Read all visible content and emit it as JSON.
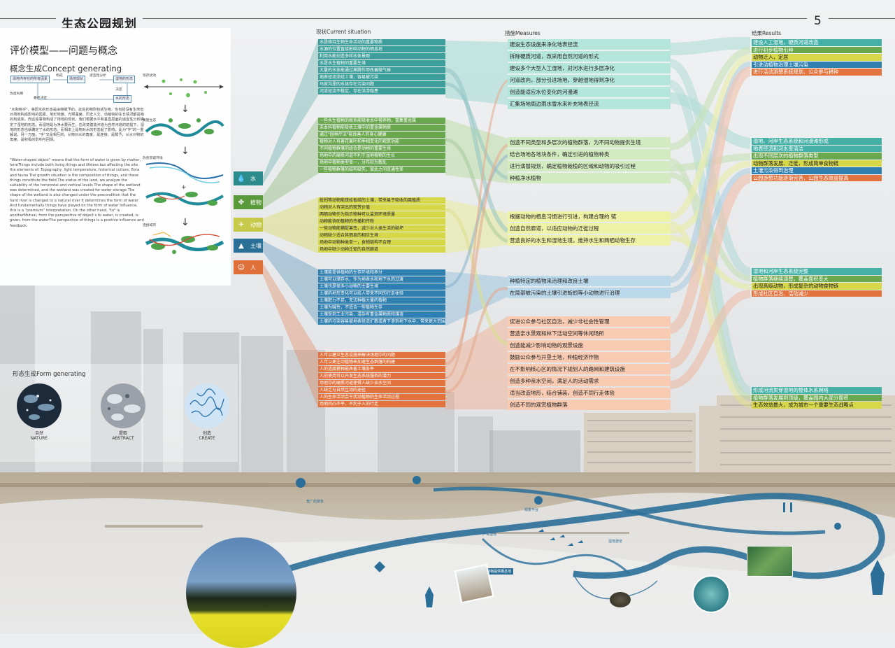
{
  "header": {
    "title": "生态公园规划",
    "page_number": "5",
    "subtitle": "评价模型——问题与概念",
    "concept_title": "概念生成Concept generating",
    "form_title": "形态生成Form generating"
  },
  "concept_flow": {
    "box1": "场地内存在的所有因素",
    "arrow1": "构成",
    "box2": "场地现状",
    "arrow2": "适宜性分析",
    "box3": "湿地的形态",
    "side1": "改造利用",
    "side2": "最终决定",
    "box4": "水的形态",
    "side3": "决定"
  },
  "concept_text_cn": "\"水和物乎\"，意即水的形态是由物赋予的。此处的物则包括生物、也包括没有生命但对场地构成影响的因素。地形地貌、光照温度、历史人文、动植物的生长情况都是物的构成体。而这些事物构成了场地的现状，我们根据水平和垂直层面的适宜性分析确定了湿地的形态。而湿地是为净水要而生，在改变建造河道为自然河道的前提下，湿地的形态也就确定了水的形态。而相本上是物对水的形态起了影响，此为\"字\"的一重解说。另一方面，\"乎\"又是相互的，从物对水的角度，是连接，是赋予，从水对物的角度，是积极的影响与回馈。",
  "concept_text_en": "\"Water-shaped object\" means that the form of water is given by matter, hereThings include both living things and lifeless but affecting the site the elements of: Topography, light temperature, historical culture, flora and fauna The growth situation is the composition of things, and these things constitute the field.The status of the land, we analyze the suitability of the horizontal and vertical levels The shape of the wetland was determined, and the wetland was created for water storage The shape of the wetland is also changed under the precondition that the hard river is changed to a natural river It determines the form of water And fundamentally things have played on the form of water Influence, this is a \"premium\" interpretation. On the other hand, \"to\" is anotherMutual, from the perspective of object s to water, is created, is given, from the waterThe perspective of things is a positive influence and feedback.",
  "sequence_labels": {
    "s1": "现存扰动",
    "s2": "重建生态",
    "s3": "改善景观环境",
    "s4": "连接城市"
  },
  "columns": {
    "situation": "现状Current situation",
    "measures": "措施Measures",
    "results": "结果Results"
  },
  "categories": [
    {
      "label": "水",
      "icon": "water-drop",
      "color": "#2e8b8b"
    },
    {
      "label": "植物",
      "icon": "clover",
      "color": "#5b9a3a"
    },
    {
      "label": "动物",
      "icon": "bird",
      "color": "#c7c94a"
    },
    {
      "label": "土壤",
      "icon": "mountain",
      "color": "#2a6f96"
    },
    {
      "label": "人",
      "icon": "person",
      "color": "#e0703a"
    }
  ],
  "situation_groups": [
    {
      "color": "#3e9e9b",
      "items": [
        "水是维持生物生命活动的重要物质",
        "水源的位置直接影响动物的栖息地",
        "利用水能创造多样水体景观",
        "水是水生植物的重要生境",
        "大量的水体能通过蒸腾作用改善微气候",
        "地表径流流经土壤，容易被污染",
        "马家沟里的水体存在污染问题",
        "河流径流不稳定，存在洪涝隐患"
      ]
    },
    {
      "color": "#6aa84f",
      "items": [
        "一些水生植物的根系能吸收水中营养物，富集重金属",
        "禾本科植物能吸收土壤中的重金属物质",
        "通过\"园林疗法\"能改善人的身心健康",
        "植物对人有着花果叶和季相变化的观赏功能",
        "不同植物群落的组合是动物的重要生境",
        "场地中的硬质河道不利于湿地植物的生长",
        "场地中植物类型单一，分布较为散乱",
        "一些植物群落的结构缺失，彼此之间连通性差"
      ]
    },
    {
      "color": "#d6d84a",
      "items": [
        "蚯蚓等动物能疏松板结的土壤，带来易于吸收的腐殖质",
        "动物对人有突出的观赏价值",
        "两栖动物作为指示物种可以监测环境质量",
        "动物能协助植物的传播和传粉",
        "一些动物能捕捉害虫，减少对人类生活的破坏",
        "动物缺少适合其栖息的相应生境",
        "场地中动物种类单一，食物链构不合理",
        "场地中缺少动物迁徙的自然廊道"
      ]
    },
    {
      "color": "#2f7fb0",
      "items": [
        "土壤能提供植物的生存环境和养分",
        "土壤可以储存水，作为地表水和地下水的过渡",
        "土壤也是很多小动物的主要生境",
        "土壤的地形变化可以给人带来不同的行走体验",
        "土壤肥力不足，无法种植大量的植物",
        "土壤为碱性，不适合一些植物生存",
        "土壤受到工业污染，混杂有重金属物质和煤渣",
        "土壤的污染容易被地表径流扩散或者下渗到地下水中，带来更大范围的污染"
      ]
    },
    {
      "color": "#e3733e",
      "items": [
        "人可以建立生态设施来解决场地中的问题",
        "人可以更注动植物来加速生态群落的构建",
        "人的适度耕种能改善土壤条件",
        "人的使用可以开发生态系统服务的潜力",
        "场地中的硬质河道使得人缺少亲水空间",
        "人缺乏与自然互动的途径",
        "人的生命活动会干扰动植物的生命活动过程",
        "场地凹凸不平，不利于人的行走"
      ]
    }
  ],
  "measure_groups": [
    {
      "color": "#b5e6dc",
      "items": [
        "建设生态设施来净化地表径流",
        "拆除硬质河道，改采用自然河道的形式",
        "建设多个大型人工湿地，对河水进行多层净化",
        "河道改向，部分引进场地，穿越湿地得到净化",
        "创造能适应水位变化的河漫滩",
        "汇集场地周边雨水雪水来补充地表径流"
      ]
    },
    {
      "color": "#d3ebc0",
      "items": [
        "创造不同类型和多层次的植物群落，为不同动物提供生境",
        "结合场地各地块条件，确定引进的植物种类",
        "进行演替规划，确定植物栽植的区域和动物的吸引过程",
        "种植净水植物"
      ]
    },
    {
      "color": "#eef2a6",
      "items": [
        "根据动物的栖息习惯进行引进，构建合理的     链",
        "创造自然廊道，以适应动物的迁徙过程",
        "营造良好的水生和湿地生境，维持水生和两栖动物生存"
      ]
    },
    {
      "color": "#bcd9ec",
      "items": [
        "种植特定的植物来治理和改良土壤",
        "在局部被污染的土壤引进蚯蚓等小动物进行治理"
      ]
    },
    {
      "color": "#f9cbb2",
      "items": [
        "促进公众参与社区自治，减少非社会性管理",
        "营造亲水景观和林下活动空间等休闲场所",
        "创造能减少影响动物的观景设施",
        "鼓励公众参与开垦土地，种植经济作物",
        "在不影响核心区的情况下规划人的路网和建筑设施",
        "创造多种亲水空间，满足人的活动需求",
        "适当改造地形，结合铺装，创造不同行走体验",
        "创造不同的观赏植物群落"
      ]
    }
  ],
  "result_groups": [
    {
      "items": [
        {
          "text": "建设人工湿地，硬质河道改造",
          "color": "#45b0a6"
        },
        {
          "text": "进行初步植物引种",
          "color": "#6aa84f"
        },
        {
          "text": "动物迁入，定居",
          "color": "#d6d84a"
        },
        {
          "text": "引进动植物治理土壤污染",
          "color": "#2f7fb0"
        },
        {
          "text": "进行活动游憩系统规划，公众参与耕种",
          "color": "#e3733e"
        }
      ]
    },
    {
      "items": [
        {
          "text": "湿地、河岸生态系统和河漫滩形成",
          "color": "#45b0a6"
        },
        {
          "text": "地表径流和河水变清洁",
          "color": "#45b0a6"
        },
        {
          "text": "出现不同层次的植物群落类型",
          "color": "#6aa84f"
        },
        {
          "text": "动物群落发展、迁徙，形成简单食物链",
          "color": "#d6d84a"
        },
        {
          "text": "土壤污染得到治理",
          "color": "#2f7fb0"
        },
        {
          "text": "公园游憩功能逐渐完善，公园生态效益提高",
          "color": "#e3733e"
        }
      ]
    },
    {
      "items": [
        {
          "text": "湿地和河岸生态系统完整",
          "color": "#45b0a6"
        },
        {
          "text": "植物群落继续演替，覆盖面积变大",
          "color": "#6aa84f"
        },
        {
          "text": "出现高级动物，形成复杂的动物食物链",
          "color": "#d6d84a"
        },
        {
          "text": "形成社区自治、活动减少",
          "color": "#e3733e"
        }
      ]
    },
    {
      "items": [
        {
          "text": "形成河流贯穿湿地的整体水系网络",
          "color": "#45b0a6"
        },
        {
          "text": "植物群落发展到顶级，覆盖园内大部分面积",
          "color": "#6aa84f"
        },
        {
          "text": "生态效益最大，成为城市一个重要生态战略点",
          "color": "#d6d84a"
        }
      ]
    }
  ],
  "form_circles": [
    {
      "cn": "自然",
      "en": "NATURE"
    },
    {
      "cn": "提取",
      "en": "ABSTRACT"
    },
    {
      "cn": "创造",
      "en": "CREATE"
    }
  ],
  "route_labels": [
    "芦苇湿地",
    "观景平台",
    "为动物提供栖息地",
    "湿地游览"
  ]
}
